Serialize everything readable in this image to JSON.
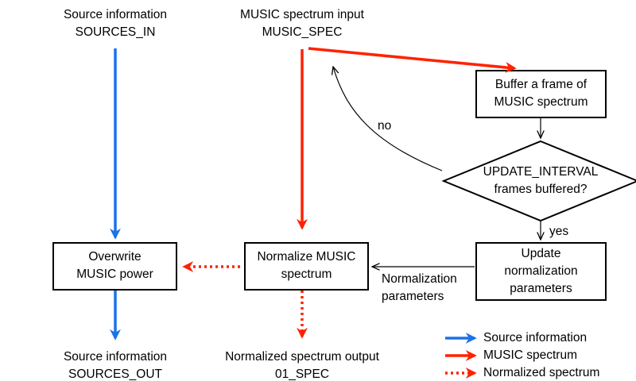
{
  "colors": {
    "source": "#1a73e8",
    "music": "#ff2200",
    "normalized": "#ff2200",
    "control": "#000000"
  },
  "inputs": {
    "source": {
      "line1": "Source information",
      "line2": "SOURCES_IN"
    },
    "music": {
      "line1": "MUSIC spectrum input",
      "line2": "MUSIC_SPEC"
    }
  },
  "outputs": {
    "source": {
      "line1": "Source information",
      "line2": "SOURCES_OUT"
    },
    "normalized": {
      "line1": "Normalized spectrum output",
      "line2": "01_SPEC"
    }
  },
  "nodes": {
    "buffer": {
      "line1": "Buffer a frame of",
      "line2": "MUSIC spectrum"
    },
    "decision": {
      "line1": "UPDATE_INTERVAL",
      "line2": "frames buffered?"
    },
    "update": {
      "line1": "Update",
      "line2": "normalization",
      "line3": "parameters"
    },
    "normalize": {
      "line1": "Normalize MUSIC",
      "line2": "spectrum"
    },
    "overwrite": {
      "line1": "Overwrite",
      "line2": "MUSIC power"
    }
  },
  "edge_labels": {
    "no": "no",
    "yes": "yes",
    "params_line1": "Normalization",
    "params_line2": "parameters"
  },
  "legend": [
    {
      "label": "Source information",
      "style": "source"
    },
    {
      "label": "MUSIC spectrum",
      "style": "music"
    },
    {
      "label": "Normalized spectrum",
      "style": "normalized"
    }
  ]
}
